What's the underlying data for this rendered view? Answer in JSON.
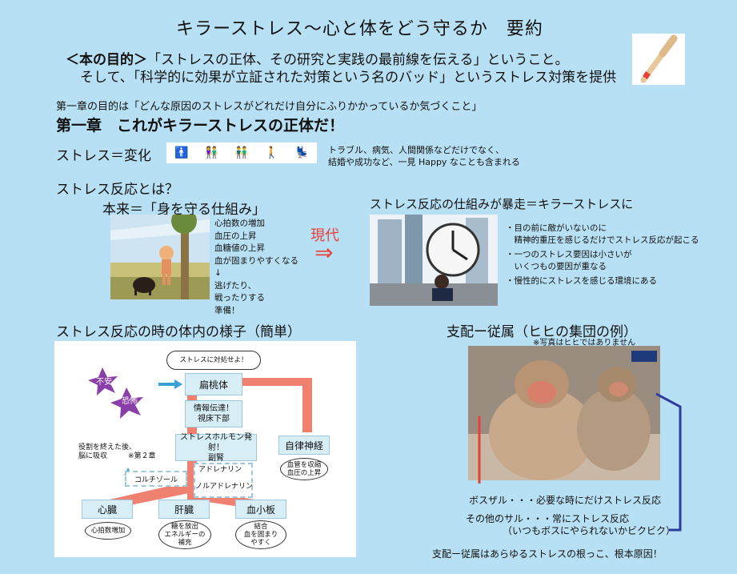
{
  "title": "キラーストレス〜心と体をどう守るか　要約",
  "purpose": {
    "label": "＜本の目的＞",
    "line1": "「ストレスの正体、その研究と実践の最前線を伝える」ということ。",
    "line2": "そして、「科学的に効果が立証された対策という名のバッド」というストレス対策を提供"
  },
  "chapter1": {
    "purpose": "第一章の目的は「どんな原因のストレスがどれだけ自分にふりかかっているか気づくこと」",
    "title": "第一章　これがキラーストレスの正体だ！"
  },
  "stress_change": {
    "label": "ストレス＝変化",
    "note_line1": "トラブル、病気、人間関係などだけでなく、",
    "note_line2": "結婚や成功など、一見 Happy なことも含まれる"
  },
  "response": {
    "question": "ストレス反応とは？",
    "original": "本来＝「身を守る仕組み」",
    "list": [
      "心拍数の増加",
      "血圧の上昇",
      "血糖値の上昇",
      "血が固まりやすくなる",
      "↓",
      "逃げたり、",
      "戦ったりする",
      "準備！"
    ],
    "modern": "現代",
    "arrow": "⇒",
    "runaway": "ストレス反応の仕組みが暴走＝キラーストレスに",
    "bullets": [
      "・目の前に敵がいないのに",
      "　精神的重圧を感じるだけでストレス反応が起こる",
      "・一つのストレス要因は小さいが",
      "　いくつもの要因が重なる",
      "・慢性的にストレスを感じる環境にある"
    ]
  },
  "body_section": {
    "title": "ストレス反応の時の体内の様子（簡単）",
    "bubble": "ストレスに対処せよ！",
    "anxiety": "不安",
    "fear": "恐怖",
    "amygdala": "扁桃体",
    "info1": "情報伝達！",
    "info2": "視床下部",
    "hormone1": "ストレスホルモン発射！",
    "hormone2": "副腎",
    "autonomic": "自律神経",
    "vessel1": "血管を収縮",
    "vessel2": "血圧の上昇",
    "adrenaline": "アドレナリン",
    "noradrenaline": "ノルアドレナリン",
    "cortisol": "コルチゾール",
    "role1": "役割を終えた後、",
    "role2": "脳に吸収",
    "role_ref": "※第２章",
    "heart": "心臓",
    "liver": "肝臓",
    "platelet": "血小板",
    "heart_note": "心拍数増加",
    "liver_note1": "糖を放出",
    "liver_note2": "エネルギーの",
    "liver_note3": "補充",
    "platelet_note1": "結合",
    "platelet_note2": "血を固まり",
    "platelet_note3": "やすく"
  },
  "hierarchy": {
    "title": "支配ー従属（ヒヒの集団の例）",
    "photo_note": "※写真はヒヒではありません",
    "boss": "ボスザル・・・必要な時にだけストレス反応",
    "others1": "その他のサル・・・常にストレス反応",
    "others2": "（いつもボスにやられないかビクビク）",
    "conclusion": "支配ー従属はあらゆるストレスの根っこ、根本原因！"
  },
  "colors": {
    "background": "#b8e0f4",
    "accent_red": "#e8413a",
    "salmon": "#f08070",
    "node_blue": "#d7eef7",
    "purple": "#8a3fa8",
    "line_blue": "#2b3ea0"
  }
}
